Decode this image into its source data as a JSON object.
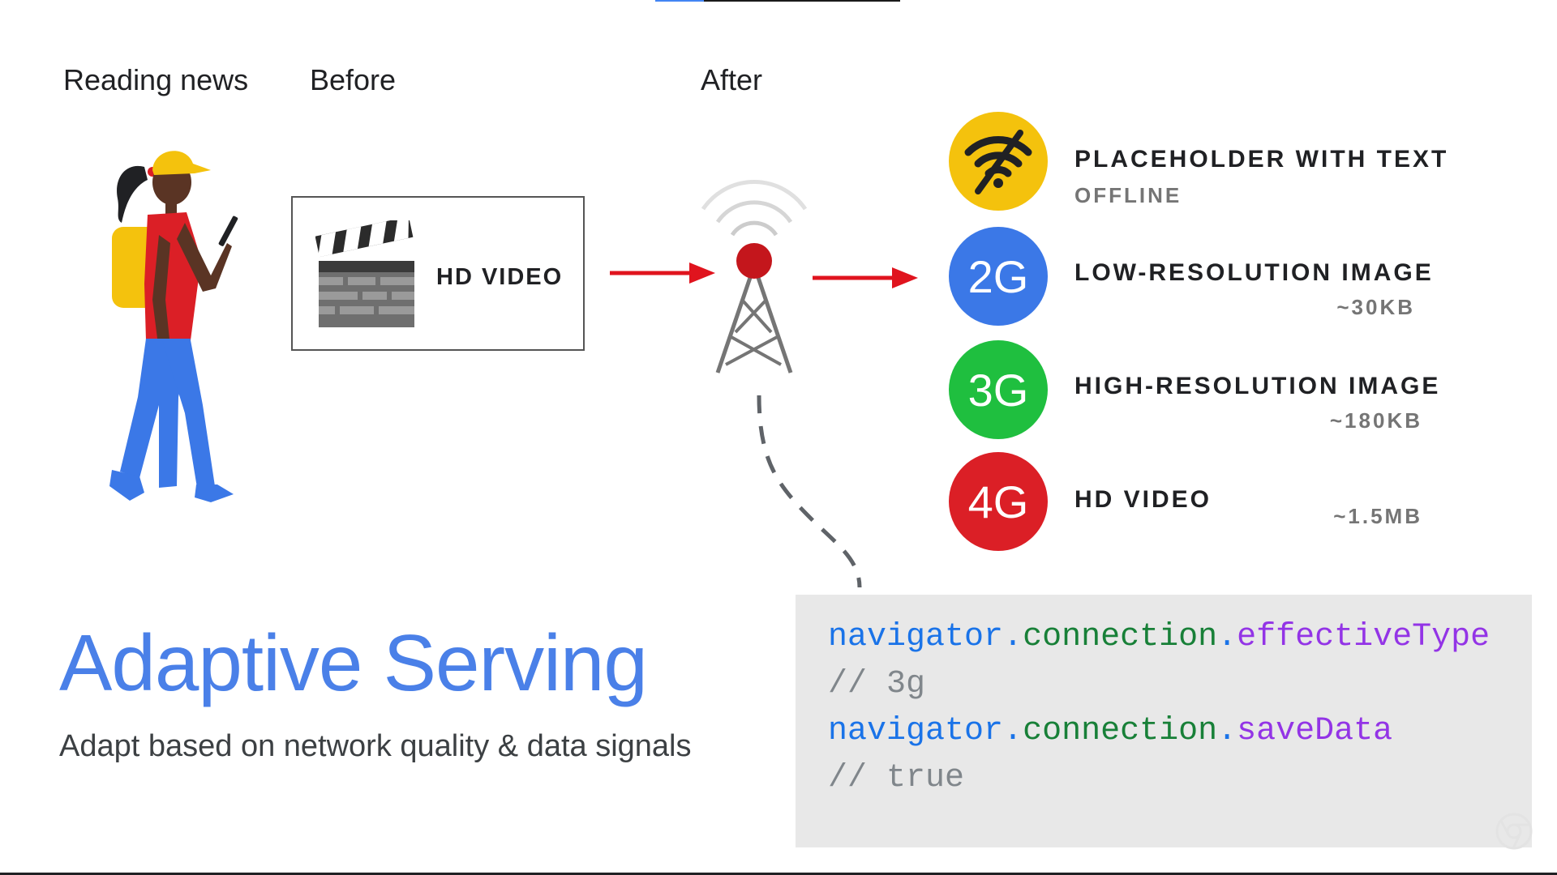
{
  "labels": {
    "reading_news": "Reading news",
    "before": "Before",
    "after": "After"
  },
  "before_box": {
    "label": "HD VIDEO",
    "icon": "clapperboard-icon"
  },
  "tiers": [
    {
      "badge": "",
      "icon": "wifi-off-icon",
      "color": "#f4c20d",
      "title": "PLACEHOLDER WITH TEXT",
      "detail": "OFFLINE"
    },
    {
      "badge": "2G",
      "color": "#3b78e7",
      "title": "LOW-RESOLUTION IMAGE",
      "detail": "~30KB"
    },
    {
      "badge": "3G",
      "color": "#1fbf3f",
      "title": "HIGH-RESOLUTION IMAGE",
      "detail": "~180KB"
    },
    {
      "badge": "4G",
      "color": "#db1f26",
      "title": "HD VIDEO",
      "detail": "~1.5MB"
    }
  ],
  "headline": "Adaptive Serving",
  "subtitle": "Adapt based on network quality & data signals",
  "code": {
    "line1": {
      "obj": "navigator",
      "prop": "connection",
      "member": "effectiveType"
    },
    "line2": "// 3g",
    "line3": {
      "obj": "navigator",
      "prop": "connection",
      "member": "saveData"
    },
    "line4": "// true"
  },
  "colors": {
    "headline_blue": "#4a80e8",
    "arrow_red": "#e0141e",
    "code_bg": "#e8e8e8"
  }
}
